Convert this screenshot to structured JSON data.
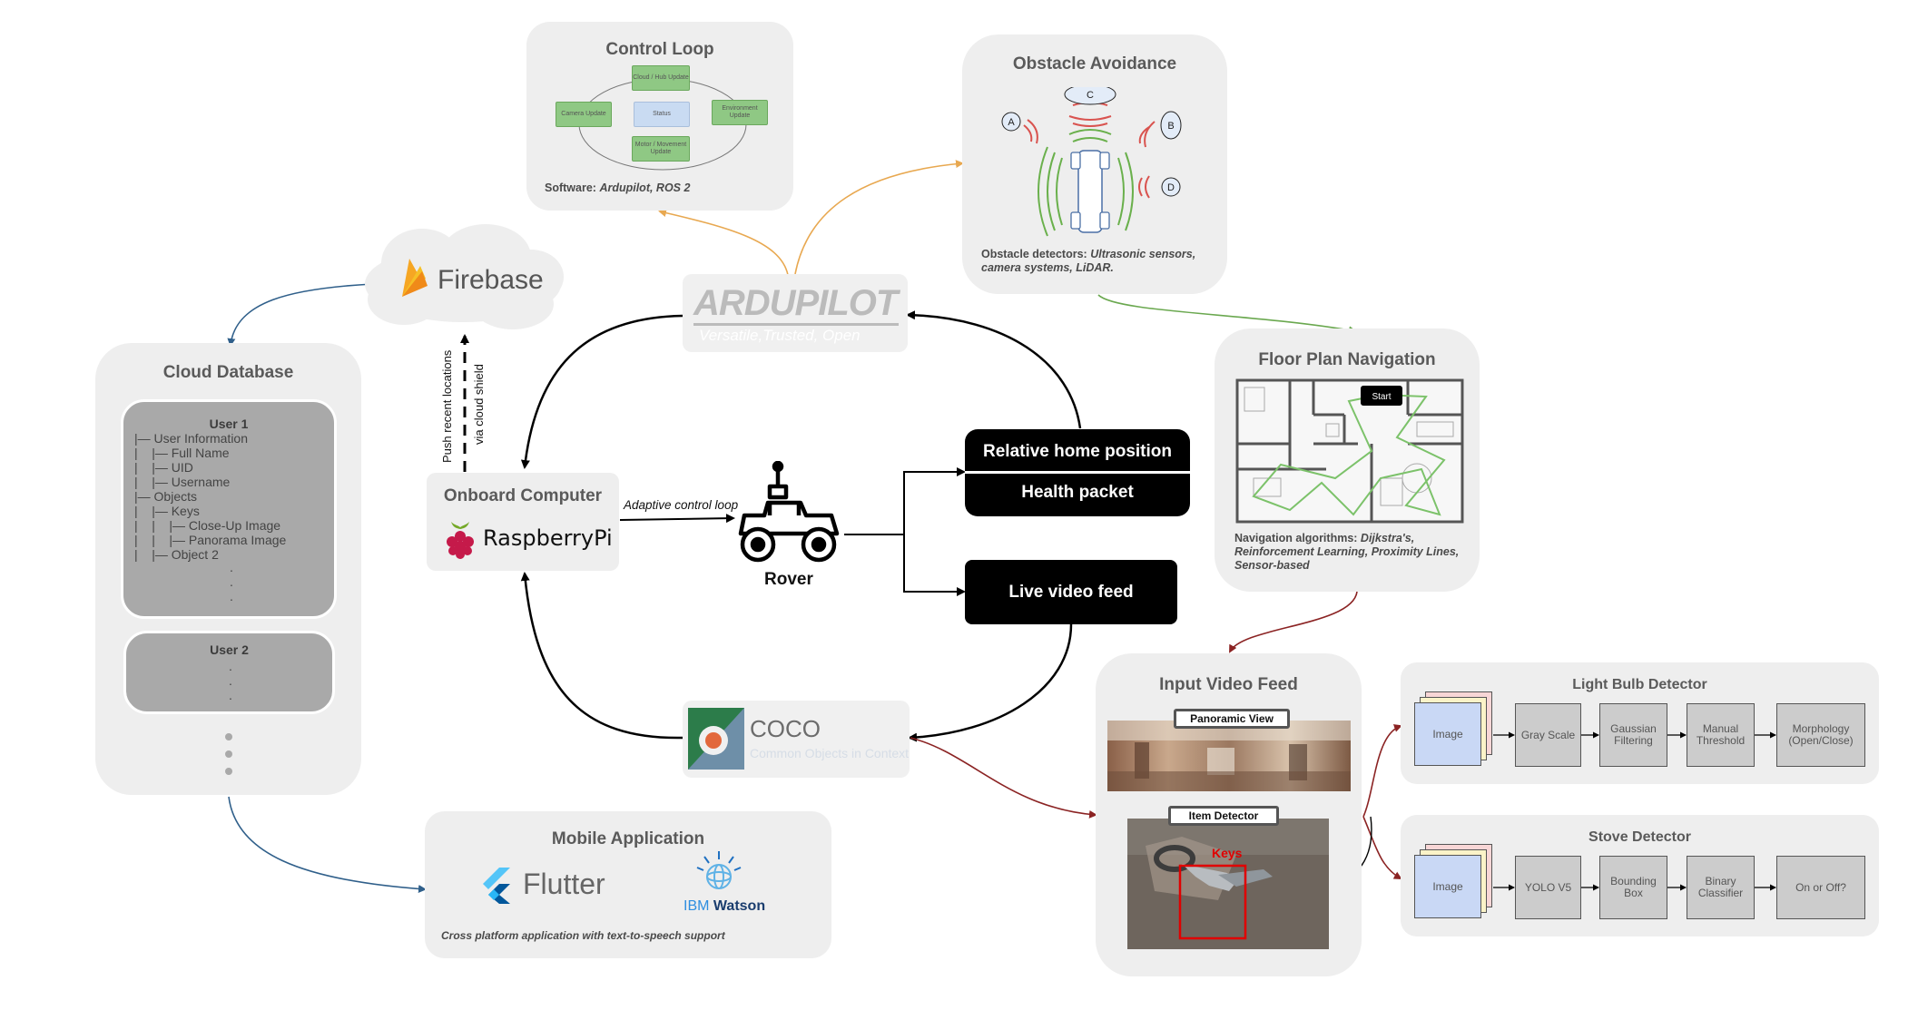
{
  "firebase": {
    "label": "Firebase"
  },
  "cloud_db": {
    "title": "Cloud Database",
    "user1": {
      "title": "User 1",
      "tree": "|— User Information\n|    |— Full Name\n|    |— UID\n|    |— Username\n|— Objects\n|    |— Keys\n|    |    |— Close-Up Image\n|    |    |— Panorama Image\n|    |— Object 2",
      "dots": ".\n.\n."
    },
    "user2": {
      "title": "User 2",
      "dots": ".\n.\n."
    }
  },
  "push_label": {
    "line1": "Push recent locations",
    "line2": "via cloud shield"
  },
  "onboard": {
    "title": "Onboard Computer",
    "brand": "RaspberryPi"
  },
  "adaptive_label": "Adaptive control loop",
  "rover_label": "Rover",
  "ardupilot": {
    "name": "ARDUPILOT",
    "tagline": "Versatile,Trusted, Open"
  },
  "coco": {
    "name": "COCO",
    "tagline": "Common Objects in Context"
  },
  "outputs": {
    "relative_home": "Relative home position",
    "health": "Health packet",
    "live_video": "Live video feed"
  },
  "control_loop": {
    "title": "Control Loop",
    "nodes": {
      "cloud": "Cloud / Hub Update",
      "camera": "Camera Update",
      "status": "Status",
      "environment": "Environment Update",
      "motor": "Motor / Movement Update"
    },
    "caption_prefix": "Software:",
    "caption_items": "Ardupilot, ROS 2"
  },
  "obstacle": {
    "title": "Obstacle Avoidance",
    "sensors": [
      "A",
      "B",
      "C",
      "D"
    ],
    "caption_prefix": "Obstacle detectors:",
    "caption_items": "Ultrasonic sensors, camera systems, LiDAR."
  },
  "floorplan": {
    "title": "Floor Plan Navigation",
    "start": "Start",
    "caption_prefix": "Navigation algorithms:",
    "caption_items": "Dijkstra's, Reinforcement Learning, Proximity Lines, Sensor-based"
  },
  "mobile": {
    "title": "Mobile Application",
    "flutter": "Flutter",
    "ibm": "IBM",
    "watson": "Watson",
    "caption": "Cross platform application with text-to-speech support"
  },
  "input_video": {
    "title": "Input Video Feed",
    "panoramic": "Panoramic View",
    "item_detector": "Item Detector",
    "keys_label": "Keys"
  },
  "light_bulb": {
    "title": "Light Bulb Detector",
    "steps": [
      "Image",
      "Gray Scale",
      "Gaussian Filtering",
      "Manual Threshold",
      "Morphology (Open/Close)"
    ]
  },
  "stove": {
    "title": "Stove Detector",
    "steps": [
      "Image",
      "YOLO V5",
      "Bounding Box",
      "Binary Classifier",
      "On or Off?"
    ]
  },
  "colors": {
    "orange_arrow": "#e8a850",
    "green_arrow": "#6aa84f",
    "blue_arrow": "#2f5f8a",
    "red_arrow": "#8b2323",
    "panel": "#eeeeee",
    "image_box": "#c9d8f5"
  }
}
